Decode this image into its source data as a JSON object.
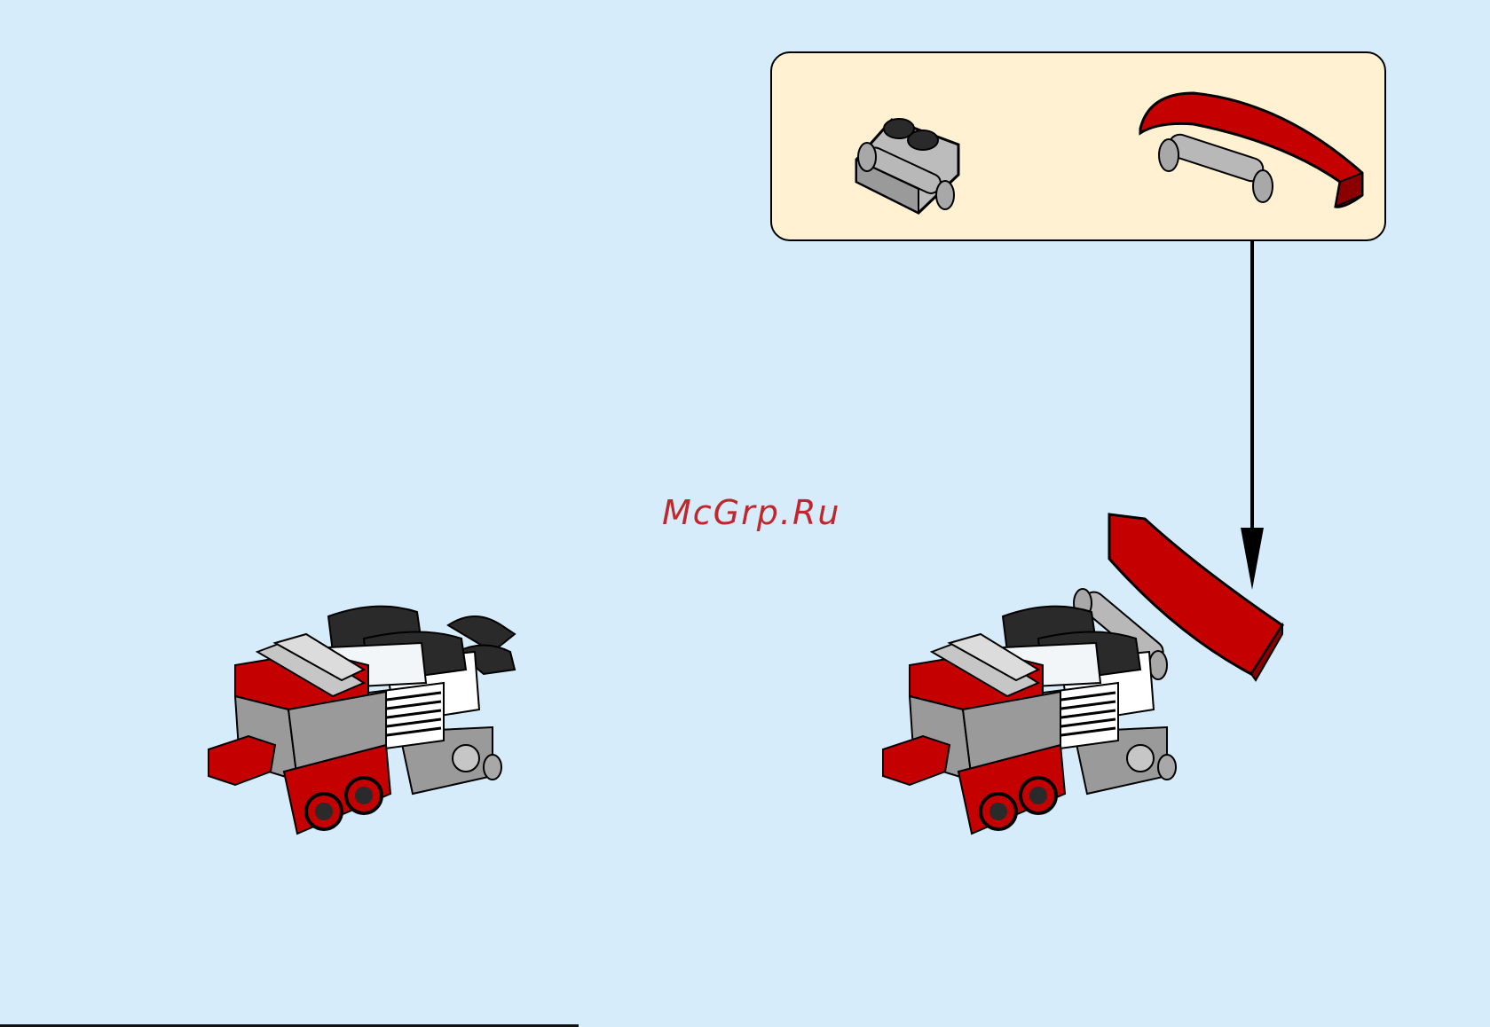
{
  "page": {
    "background": "#d6ecfb",
    "watermark": "McGrp.Ru"
  },
  "colors": {
    "callout_bg": "#fff1d2",
    "brick_red": "#c40000",
    "brick_dark_red": "#8a0000",
    "brick_dark_gray": "#2a2a2a",
    "brick_gray": "#9a9a9a",
    "brick_light_gray": "#c6c6c6",
    "brick_white": "#ffffff"
  },
  "callout": {
    "parts": [
      {
        "name": "light-gray-plate-with-bar-icon",
        "quantity_shown": false
      },
      {
        "name": "red-curved-slope-with-bar-icon",
        "quantity_shown": false
      }
    ]
  },
  "steps": [
    {
      "name": "model-before-step",
      "icon": "red-engine-model-icon"
    },
    {
      "name": "model-after-step",
      "icon": "red-engine-model-with-spoiler-icon"
    }
  ],
  "arrow": {
    "icon": "down-arrow-icon"
  }
}
